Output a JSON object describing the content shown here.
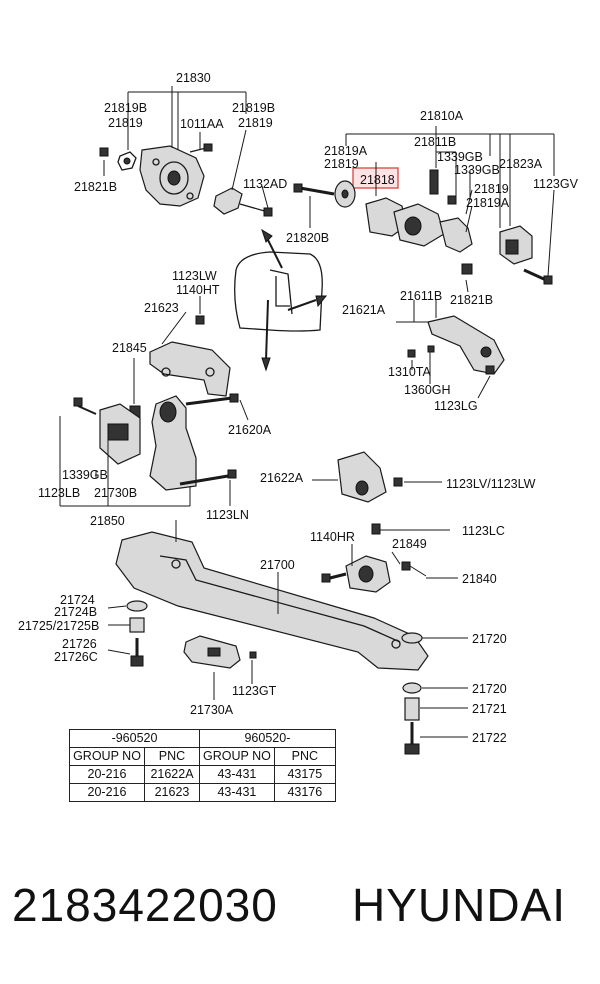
{
  "labels": {
    "l21830": "21830",
    "l21819B_a": "21819B",
    "l21819_a": "21819",
    "l1011AA": "1011AA",
    "l21819B_b": "21819B",
    "l21819_b": "21819",
    "l21821B_a": "21821B",
    "l1132AD": "1132AD",
    "l21820B": "21820B",
    "l21810A": "21810A",
    "l21819A_a": "21819A",
    "l21819_c": "21819",
    "l21818": "21818",
    "l21811B": "21811B",
    "l1339GB_a": "1339GB",
    "l1339GB_b": "1339GB",
    "l21823A": "21823A",
    "l1123GV": "1123GV",
    "l21819_d": "21819",
    "l21819A_b": "21819A",
    "l21611B": "21611B",
    "l21821B_b": "21821B",
    "l21621A": "21621A",
    "l1310TA": "1310TA",
    "l1360GH": "1360GH",
    "l1123LG": "1123LG",
    "l1123LW": "1123LW",
    "l1140HT": "1140HT",
    "l21623": "21623",
    "l21845": "21845",
    "l21620A": "21620A",
    "l1339GB_c": "1339GB",
    "l1123LB": "1123LB",
    "l21730B": "21730B",
    "l21850": "21850",
    "l1123LN": "1123LN",
    "l21622A": "21622A",
    "l1123LV": "1123LV/1123LW",
    "l1123LC": "1123LC",
    "l1140HR": "1140HR",
    "l21849": "21849",
    "l21700": "21700",
    "l21840": "21840",
    "l21724": "21724",
    "l21724B": "21724B",
    "l21725": "21725/21725B",
    "l21726": "21726",
    "l21726C": "21726C",
    "l21720_a": "21720",
    "l21720_b": "21720",
    "l21721": "21721",
    "l21722": "21722",
    "l1123GT": "1123GT",
    "l21730A": "21730A"
  },
  "table": {
    "header": [
      "-960520",
      "960520-"
    ],
    "subheader": [
      "GROUP NO",
      "PNC",
      "GROUP NO",
      "PNC"
    ],
    "rows": [
      [
        "20-216",
        "21622A",
        "43-431",
        "43175"
      ],
      [
        "20-216",
        "21623",
        "43-431",
        "43176"
      ]
    ]
  },
  "footer": {
    "part_number": "2183422030",
    "brand": "HYUNDAI"
  },
  "colors": {
    "highlight_fill": "#fde3e3",
    "highlight_stroke": "#d9534f"
  }
}
